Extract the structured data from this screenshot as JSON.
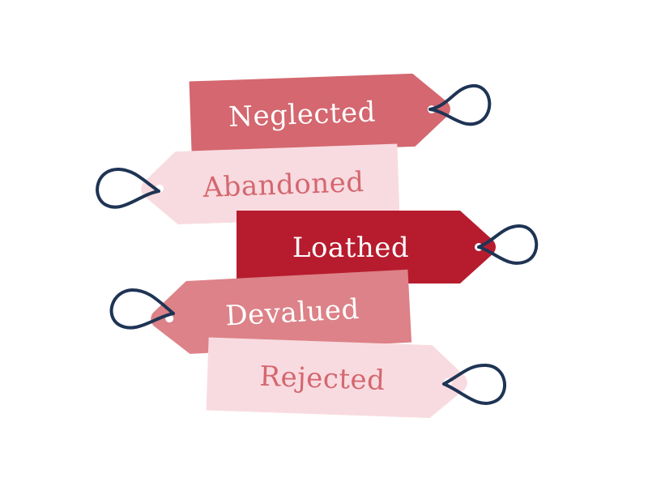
{
  "colors": {
    "string": "#1f3454",
    "hole": "#ffffff",
    "dark_text": "#ffffff"
  },
  "tags": [
    {
      "id": "neglected",
      "label": "Neglected",
      "fill": "#d4676f",
      "text_color": "#ffffff"
    },
    {
      "id": "abandoned",
      "label": "Abandoned",
      "fill": "#f8dbe0",
      "text_color": "#d4676f"
    },
    {
      "id": "loathed",
      "label": "Loathed",
      "fill": "#b71c2e",
      "text_color": "#ffffff"
    },
    {
      "id": "devalued",
      "label": "Devalued",
      "fill": "#dc8288",
      "text_color": "#ffffff"
    },
    {
      "id": "rejected",
      "label": "Rejected",
      "fill": "#f8dbe0",
      "text_color": "#d4676f"
    }
  ]
}
